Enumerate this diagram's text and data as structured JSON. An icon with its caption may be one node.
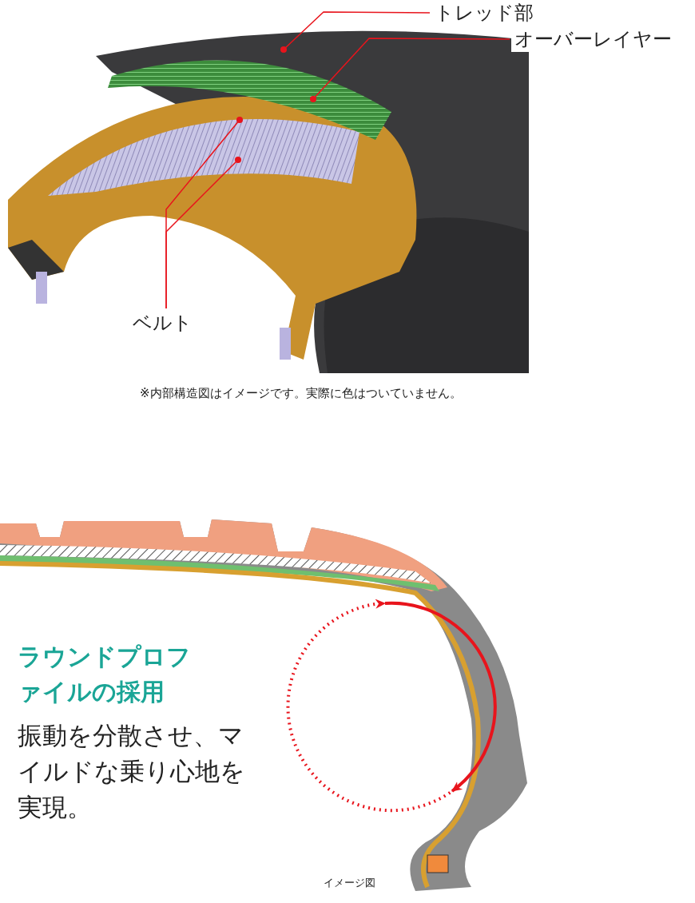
{
  "diagram": {
    "nodes": [
      {
        "text": [
          "トレッド部"
        ]
      },
      {
        "text": [
          "オーバーレイヤー"
        ]
      },
      {
        "text": [
          "ベルト"
        ]
      }
    ],
    "edges": [
      {
        "from": 0,
        "to": null,
        "arrow": "other"
      },
      {
        "from": 1,
        "to": null,
        "arrow": "other"
      },
      {
        "from": 2,
        "to": null,
        "arrow": "other"
      },
      {
        "from": 2,
        "to": null,
        "arrow": "other"
      }
    ],
    "labels": [
      "※内部構造図はイメージです。実際に色はついていません。",
      "ラウンドプロファイルの採用",
      "振動を分散させ、マイルドな乗り心地を実現。",
      "イメージ図"
    ]
  }
}
